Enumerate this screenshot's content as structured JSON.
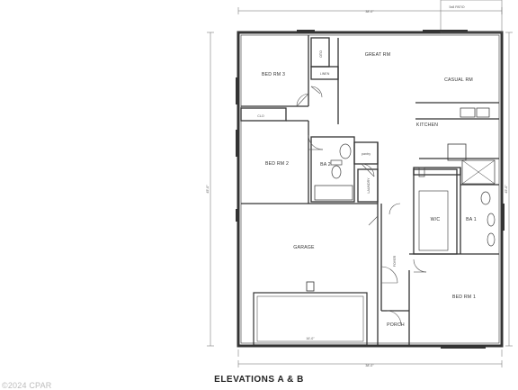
{
  "rooms": {
    "bed3": "BED RM 3",
    "bed2": "BED RM 2",
    "great": "GREAT RM",
    "casual": "CASUAL RM",
    "kitchen": "KITCHEN",
    "ba2": "BA 2",
    "ba1": "BA 1",
    "garage": "GARAGE",
    "bed1": "BED RM 1",
    "wic": "W/C",
    "foyer": "FOYER",
    "porch": "PORCH",
    "laundry": "LAUNDRY",
    "pantry": "pantry",
    "linen": "LINEN",
    "clo": "CLO",
    "oto": "OTO",
    "patio": "5x8 PATIO"
  },
  "dims": {
    "top": "38'-0\"",
    "bottom": "38'-0\"",
    "left": "45'-0\"",
    "right": "45'-0\"",
    "garage_door": "16'-0\""
  },
  "caption": "ELEVATIONS A & B",
  "watermark": "©2024 CPAR"
}
